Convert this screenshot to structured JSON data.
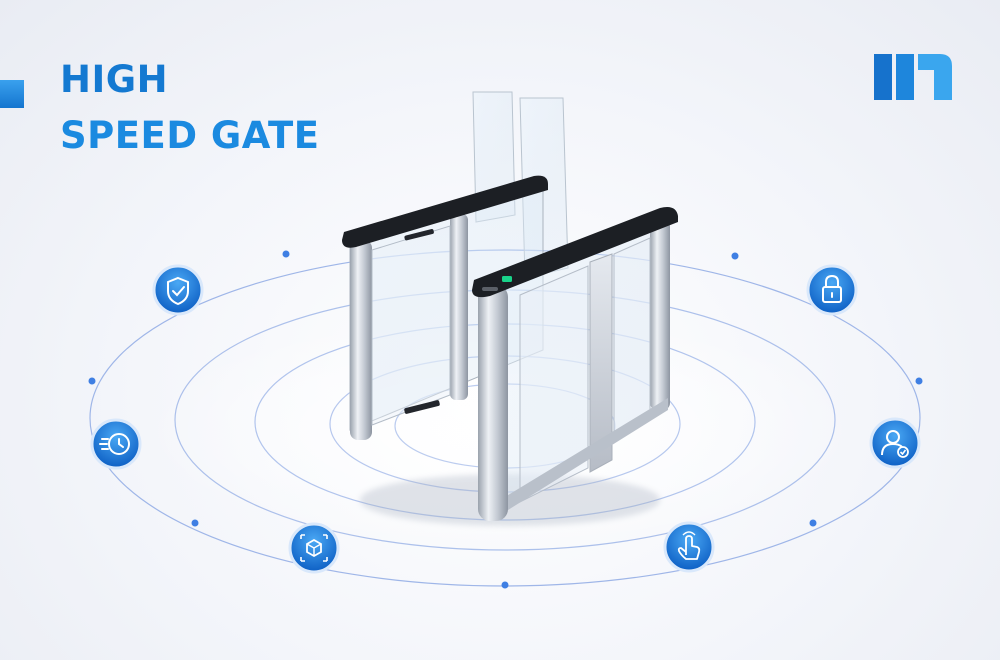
{
  "heading": {
    "line1": "HIGH",
    "line2": "SPEED GATE"
  },
  "colors": {
    "brand_blue": "#1479d1",
    "brand_blue_light": "#39a1ee",
    "orbit_line": "#9fb6e8",
    "orbit_dot": "#3f7fe3",
    "gate_top": "#1c1f24",
    "gate_steel": "#c9ced6",
    "indicator_green": "#19d38a"
  },
  "brand_logo": {
    "icon": "brand-logo-bars"
  },
  "feature_icons": [
    {
      "icon": "shield-check-icon"
    },
    {
      "icon": "padlock-icon"
    },
    {
      "icon": "fast-clock-icon"
    },
    {
      "icon": "user-verified-icon"
    },
    {
      "icon": "3d-cube-icon"
    },
    {
      "icon": "hand-tap-icon"
    }
  ]
}
